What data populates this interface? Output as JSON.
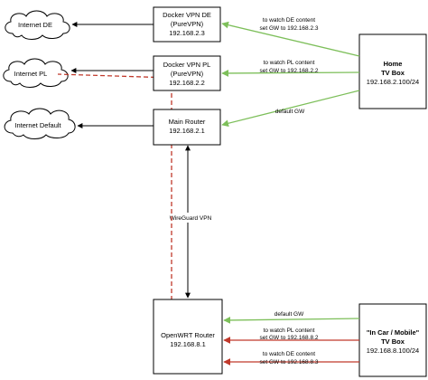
{
  "clouds": {
    "internet_de": "Internet DE",
    "internet_pl": "Internet PL",
    "internet_default": "Internet Default"
  },
  "nodes": {
    "docker_de": {
      "line1": "Docker VPN DE",
      "line2": "(PureVPN)",
      "line3": "192.168.2.3"
    },
    "docker_pl": {
      "line1": "Docker VPN PL",
      "line2": "(PureVPN)",
      "line3": "192.168.2.2"
    },
    "main_router": {
      "line1": "Main Router",
      "line2": "192.168.2.1"
    },
    "openwrt_router": {
      "line1": "OpenWRT Router",
      "line2": "192.168.8.1"
    },
    "home_box": {
      "line1": "Home",
      "line2": "TV Box",
      "line3": "192.168.2.100/24"
    },
    "car_box": {
      "line1": "\"In Car / Mobile\"",
      "line2": "TV Box",
      "line3": "192.168.8.100/24"
    }
  },
  "edges": {
    "home_to_de": {
      "line1": "to watch DE content",
      "line2": "set GW to 192.168.2.3"
    },
    "home_to_pl": {
      "line1": "to watch PL content",
      "line2": "set GW to 192.168.2.2"
    },
    "home_default": {
      "line1": "default GW"
    },
    "wireguard": {
      "line1": "WireGuard VPN"
    },
    "car_default": {
      "line1": "default GW"
    },
    "car_to_pl": {
      "line1": "to watch PL content",
      "line2": "set GW to 192.168.8.2"
    },
    "car_to_de": {
      "line1": "to watch DE content",
      "line2": "set GW to 192.168.8.3"
    }
  },
  "colors": {
    "green": "#7dbf5a",
    "red": "#c0392b",
    "black": "#000000"
  }
}
